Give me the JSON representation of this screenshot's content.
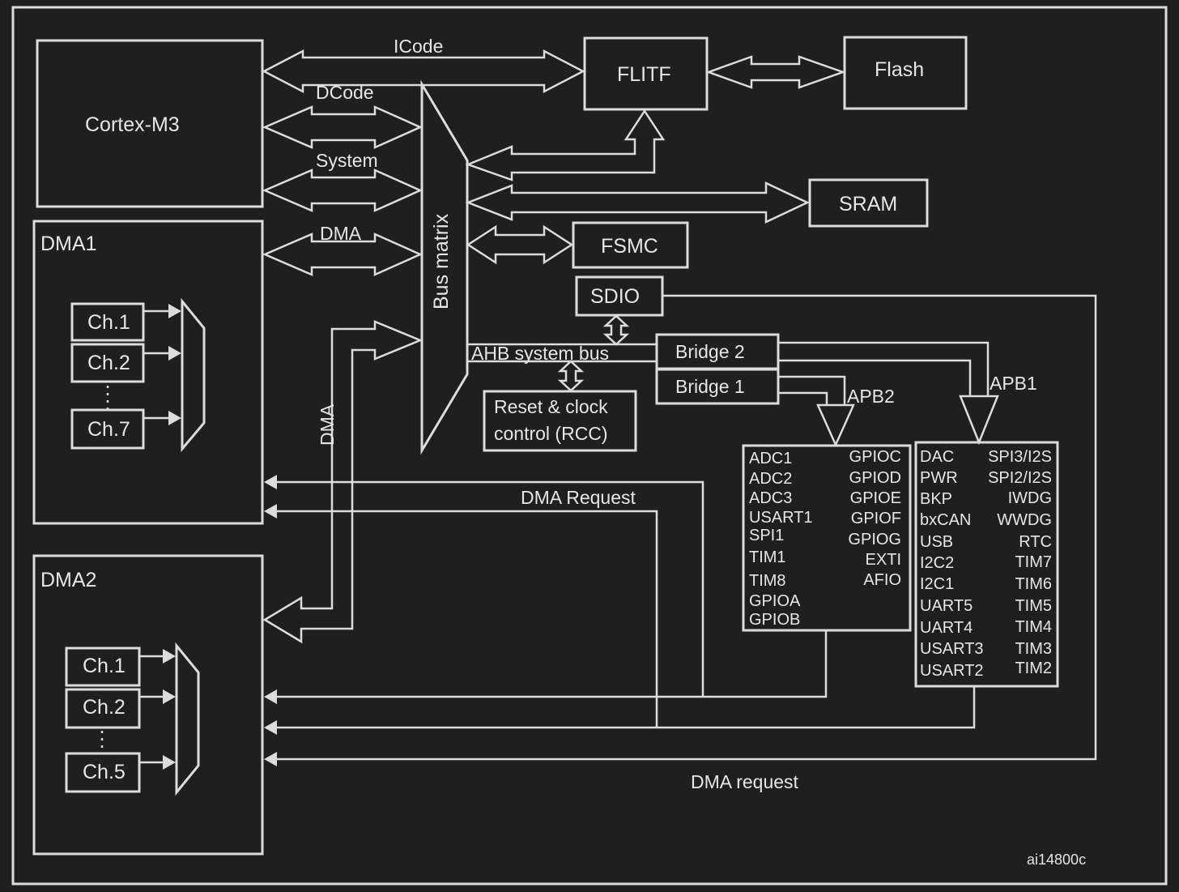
{
  "colors": {
    "background": "#1f1f1f",
    "stroke": "#dcdcdc",
    "text": "#e6e6e6"
  },
  "blocks": {
    "cortex": "Cortex-M3",
    "dma1": "DMA1",
    "dma2": "DMA2",
    "flitf": "FLITF",
    "flash": "Flash",
    "sram": "SRAM",
    "fsmc": "FSMC",
    "sdio": "SDIO",
    "bus_matrix": "Bus matrix",
    "bridge2": "Bridge  2",
    "bridge1": "Bridge  1",
    "rcc_line1": "Reset & clock",
    "rcc_line2": "control (RCC)"
  },
  "channels": {
    "dma1": [
      "Ch.1",
      "Ch.2",
      "Ch.7"
    ],
    "dma2": [
      "Ch.1",
      "Ch.2",
      "Ch.5"
    ]
  },
  "buses": {
    "icode": "ICode",
    "dcode": "DCode",
    "system": "System",
    "dma": "DMA",
    "dma_vertical": "DMA",
    "ahb": "AHB system bus",
    "apb2": "APB2",
    "apb1": "APB1"
  },
  "dma_request_upper": "DMA Request",
  "dma_request_lower": "DMA request",
  "apb2_peripherals": {
    "left": [
      "ADC1",
      "ADC2",
      "ADC3",
      "USART1",
      "SPI1",
      "TIM1",
      "TIM8",
      "GPIOA",
      "GPIOB"
    ],
    "right": [
      "GPIOC",
      "GPIOD",
      "GPIOE",
      "GPIOF",
      "GPIOG",
      "EXTI",
      "AFIO"
    ]
  },
  "apb1_peripherals": {
    "left": [
      "DAC",
      "PWR",
      "BKP",
      "bxCAN",
      "USB",
      "I2C2",
      "I2C1",
      "UART5",
      "UART4",
      "USART3",
      "USART2"
    ],
    "right": [
      "SPI3/I2S",
      "SPI2/I2S",
      "IWDG",
      "WWDG",
      "RTC",
      "TIM7",
      "TIM6",
      "TIM5",
      "TIM4",
      "TIM3",
      "TIM2"
    ]
  },
  "footer_code": "ai14800c"
}
